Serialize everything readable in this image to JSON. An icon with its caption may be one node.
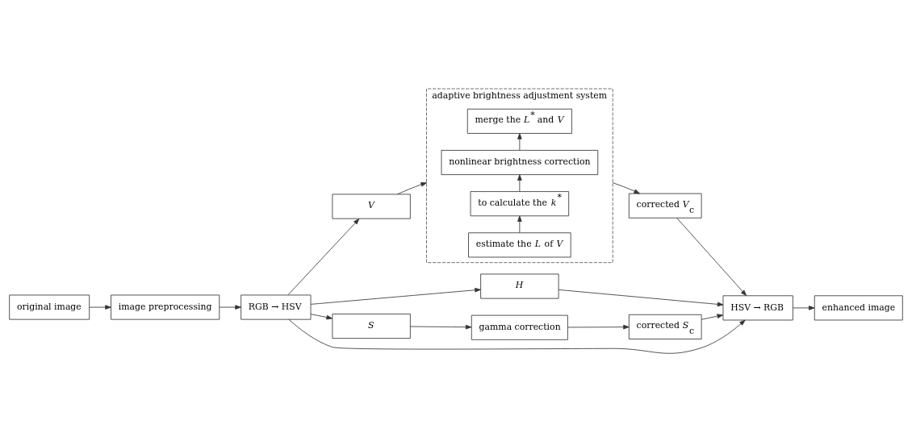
{
  "diagram": {
    "nodes": [
      {
        "text": [
          "original image"
        ]
      },
      {
        "text": [
          "image preprocessing"
        ]
      },
      {
        "text": [
          "RGB → HSV"
        ]
      },
      {
        "text": [
          "*V*"
        ]
      },
      {
        "text": [
          "*H*"
        ]
      },
      {
        "text": [
          "*S*"
        ]
      },
      {
        "text": [
          "adaptive brightness adjustment system"
        ]
      },
      {
        "text": [
          "estimate the *L* of *V*"
        ],
        "in": 6
      },
      {
        "text": [
          "to calculate the *k*$^{*}$"
        ],
        "in": 6
      },
      {
        "text": [
          "nonlinear brightness correction"
        ],
        "in": 6
      },
      {
        "text": [
          "merge the *L*$^{*}$ and *V*"
        ],
        "in": 6
      },
      {
        "text": [
          "corrected *V*$_{c}$"
        ]
      },
      {
        "text": [
          "gamma correction"
        ]
      },
      {
        "text": [
          "corrected *S*$_{c}$"
        ]
      },
      {
        "text": [
          "HSV → RGB"
        ]
      },
      {
        "text": [
          "enhanced image"
        ]
      }
    ],
    "edges": [
      {
        "from": 0,
        "to": 1,
        "arrow": "to"
      },
      {
        "from": 1,
        "to": 2,
        "arrow": "to"
      },
      {
        "from": 2,
        "to": 3,
        "arrow": "to"
      },
      {
        "from": 2,
        "to": 4,
        "arrow": "to"
      },
      {
        "from": 2,
        "to": 5,
        "arrow": "to"
      },
      {
        "from": 3,
        "to": 6,
        "arrow": "to"
      },
      {
        "from": 7,
        "to": 8,
        "arrow": "to"
      },
      {
        "from": 8,
        "to": 9,
        "arrow": "to"
      },
      {
        "from": 9,
        "to": 10,
        "arrow": "to"
      },
      {
        "from": 6,
        "to": 11,
        "arrow": "to"
      },
      {
        "from": 11,
        "to": 14,
        "arrow": "to"
      },
      {
        "from": 4,
        "to": 14,
        "arrow": "to"
      },
      {
        "from": 5,
        "to": 12,
        "arrow": "to"
      },
      {
        "from": 12,
        "to": 13,
        "arrow": "to"
      },
      {
        "from": 13,
        "to": 14,
        "arrow": "to"
      },
      {
        "from": 2,
        "to": 14,
        "arrow": "to"
      },
      {
        "from": 14,
        "to": 15,
        "arrow": "to"
      }
    ]
  }
}
